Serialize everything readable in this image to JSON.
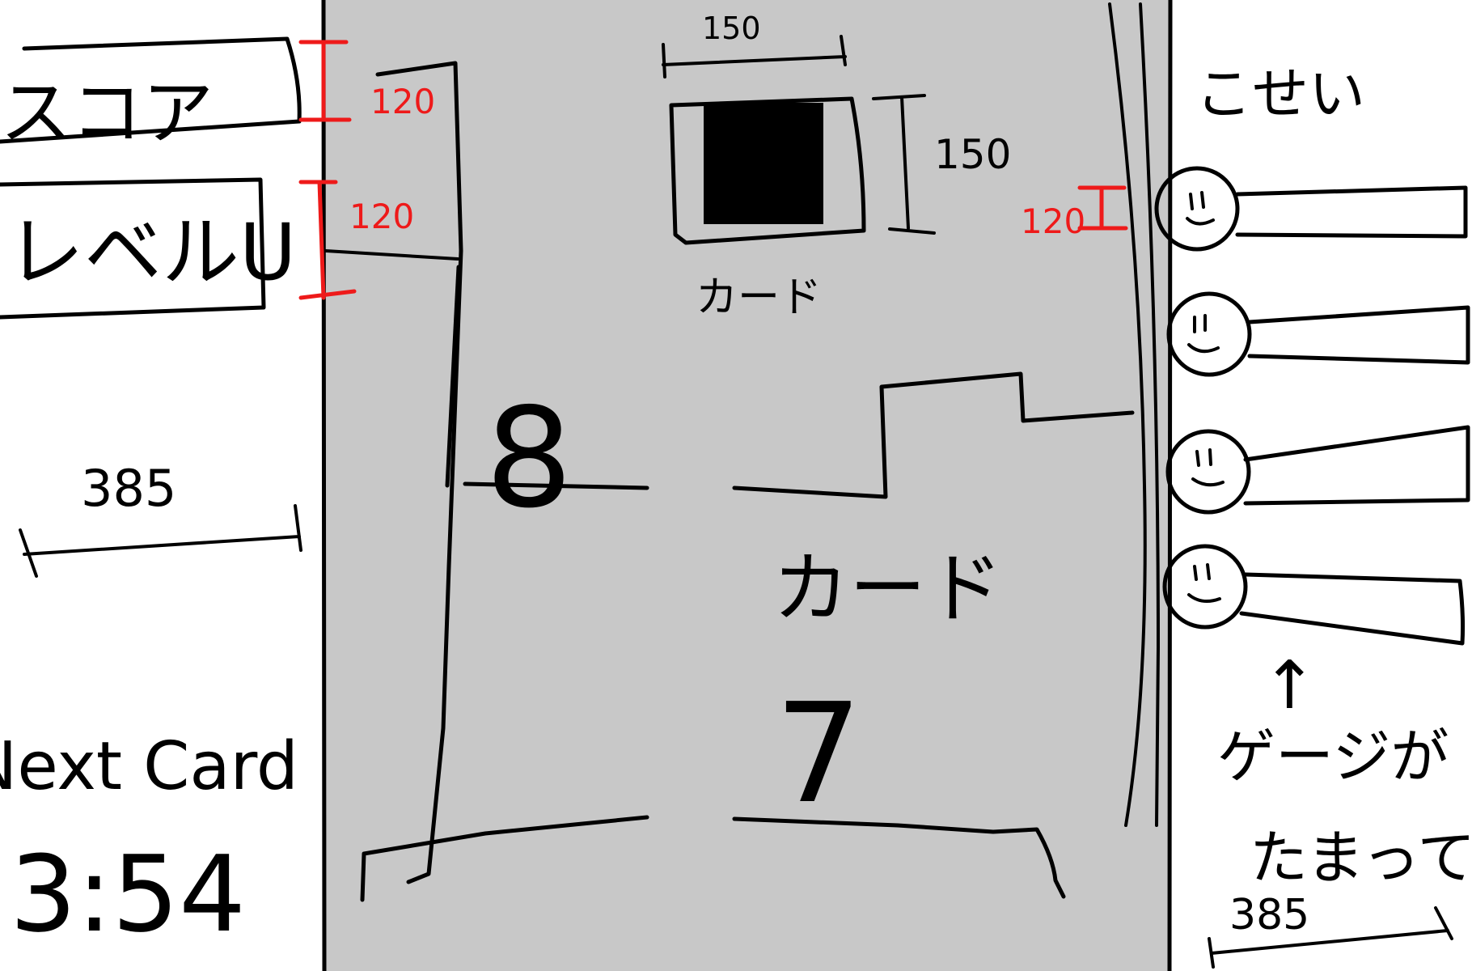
{
  "colors": {
    "board_bg": "#c8c8c8",
    "ink": "#000000",
    "dimension_red": "#ee1a1a",
    "paper": "#ffffff"
  },
  "left_panel": {
    "score_label": "スコア",
    "level_label": "レベルU",
    "width_label": "385",
    "next_card_label": "Next Card",
    "timer": "3:54"
  },
  "center": {
    "card_size_width": "150",
    "card_size_height": "150",
    "card_caption": "カード",
    "board_card_label": "カード",
    "left_number": "8",
    "bottom_number": "7"
  },
  "dimensions": {
    "score_box_height": "120",
    "level_box_height": "120",
    "gauge_item_height": "120"
  },
  "right_panel": {
    "title": "こせい",
    "gauge_count": 4,
    "note_arrow": "↑",
    "note_line1": "ゲージが",
    "note_line2": "たまってく",
    "width_label": "385"
  }
}
